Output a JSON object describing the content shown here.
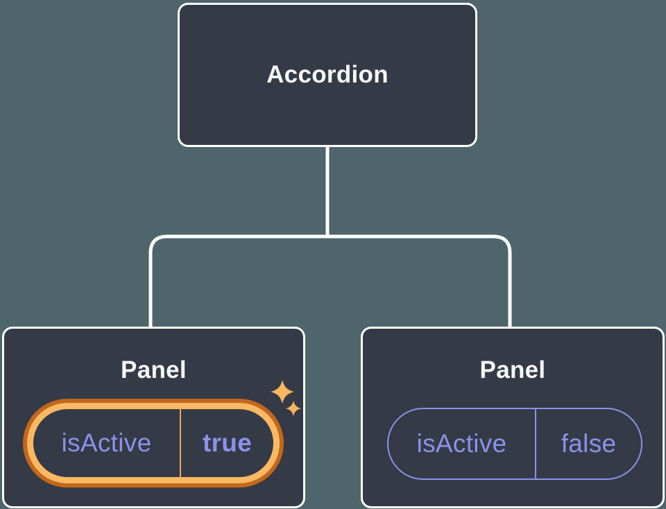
{
  "diagram": {
    "description": "React component tree: Accordion parent with two Panel children receiving isActive prop",
    "root": {
      "label": "Accordion"
    },
    "children": [
      {
        "label": "Panel",
        "prop": {
          "name": "isActive",
          "value": "true"
        },
        "highlighted": true
      },
      {
        "label": "Panel",
        "prop": {
          "name": "isActive",
          "value": "false"
        },
        "highlighted": false
      }
    ]
  },
  "icons": {
    "sparkles": "sparkle-icon"
  },
  "colors": {
    "bg": "#4d656b",
    "node-fill": "#343a46",
    "node-border": "#ffffff",
    "connector": "#ffffff",
    "title": "#f6f7f9",
    "purple": "#8b92e9",
    "gold-light": "#f9b963",
    "gold-dark": "#c2671c",
    "divider-gold": "#eda64d",
    "sparkle": "#f7b75d"
  }
}
